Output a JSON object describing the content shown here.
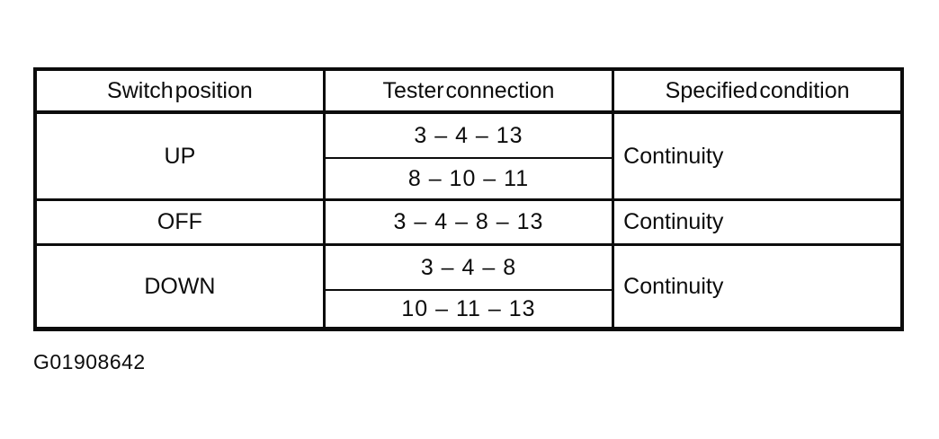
{
  "figure_label": "G01908642",
  "colors": {
    "ink": "#0c0c0c",
    "paper": "#ffffff"
  },
  "table": {
    "headers": [
      "Switch position",
      "Tester connection",
      "Specified condition"
    ],
    "rows": [
      {
        "switch_position": "UP",
        "tester_connections": [
          "3 – 4 – 13",
          "8 – 10 – 11"
        ],
        "specified_condition": "Continuity"
      },
      {
        "switch_position": "OFF",
        "tester_connections": [
          "3 – 4 – 8 – 13"
        ],
        "specified_condition": "Continuity"
      },
      {
        "switch_position": "DOWN",
        "tester_connections": [
          "3 – 4 – 8",
          "10 – 11 – 13"
        ],
        "specified_condition": "Continuity"
      }
    ]
  }
}
